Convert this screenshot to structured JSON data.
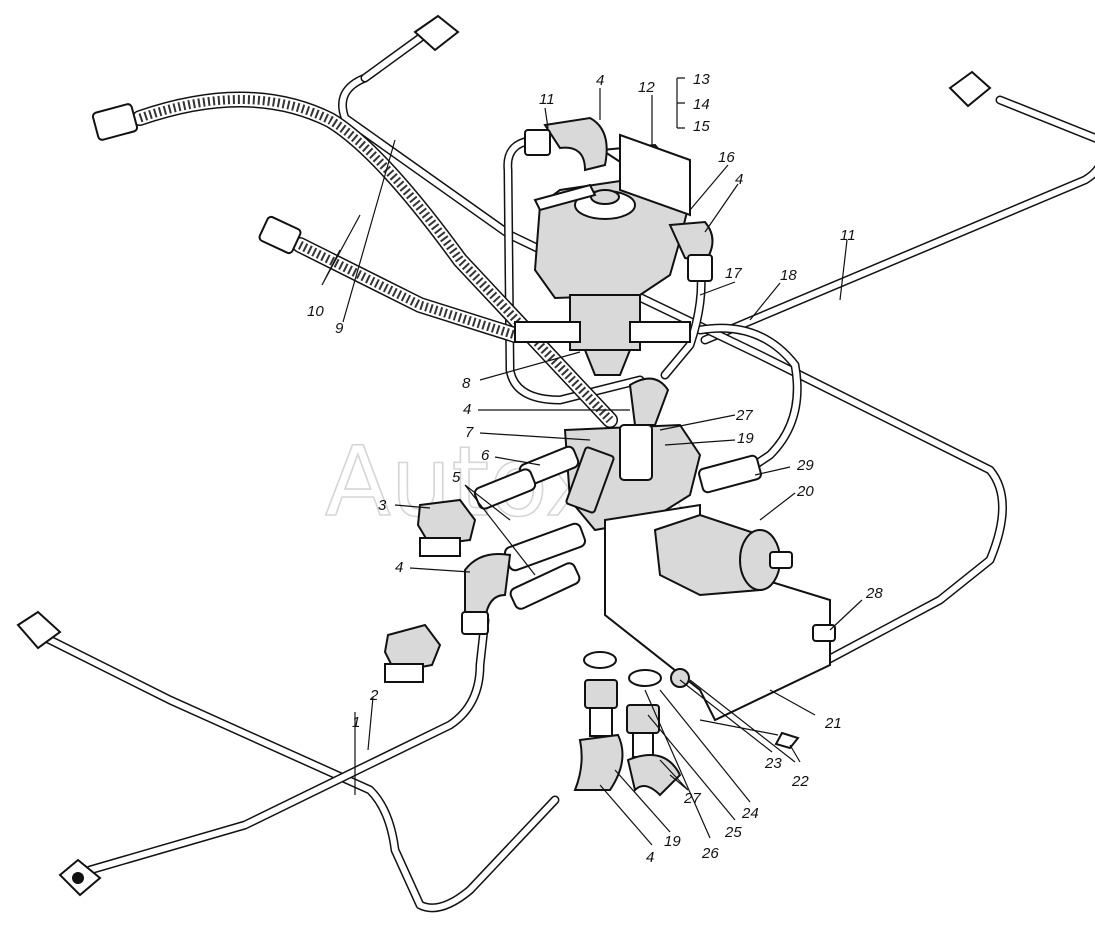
{
  "watermark": "Autoxlft",
  "labels": {
    "l1": "1",
    "l2": "2",
    "l3": "3",
    "l4a": "4",
    "l4b": "4",
    "l4c": "4",
    "l4d": "4",
    "l4e": "4",
    "l5": "5",
    "l6": "6",
    "l7": "7",
    "l8": "8",
    "l9": "9",
    "l10": "10",
    "l11a": "11",
    "l11b": "11",
    "l12": "12",
    "l13": "13",
    "l14": "14",
    "l15": "15",
    "l16": "16",
    "l17": "17",
    "l18": "18",
    "l19a": "19",
    "l19b": "19",
    "l20": "20",
    "l21": "21",
    "l22": "22",
    "l23": "23",
    "l24": "24",
    "l25": "25",
    "l26": "26",
    "l27a": "27",
    "l27b": "27",
    "l28": "28",
    "l29": "29"
  }
}
